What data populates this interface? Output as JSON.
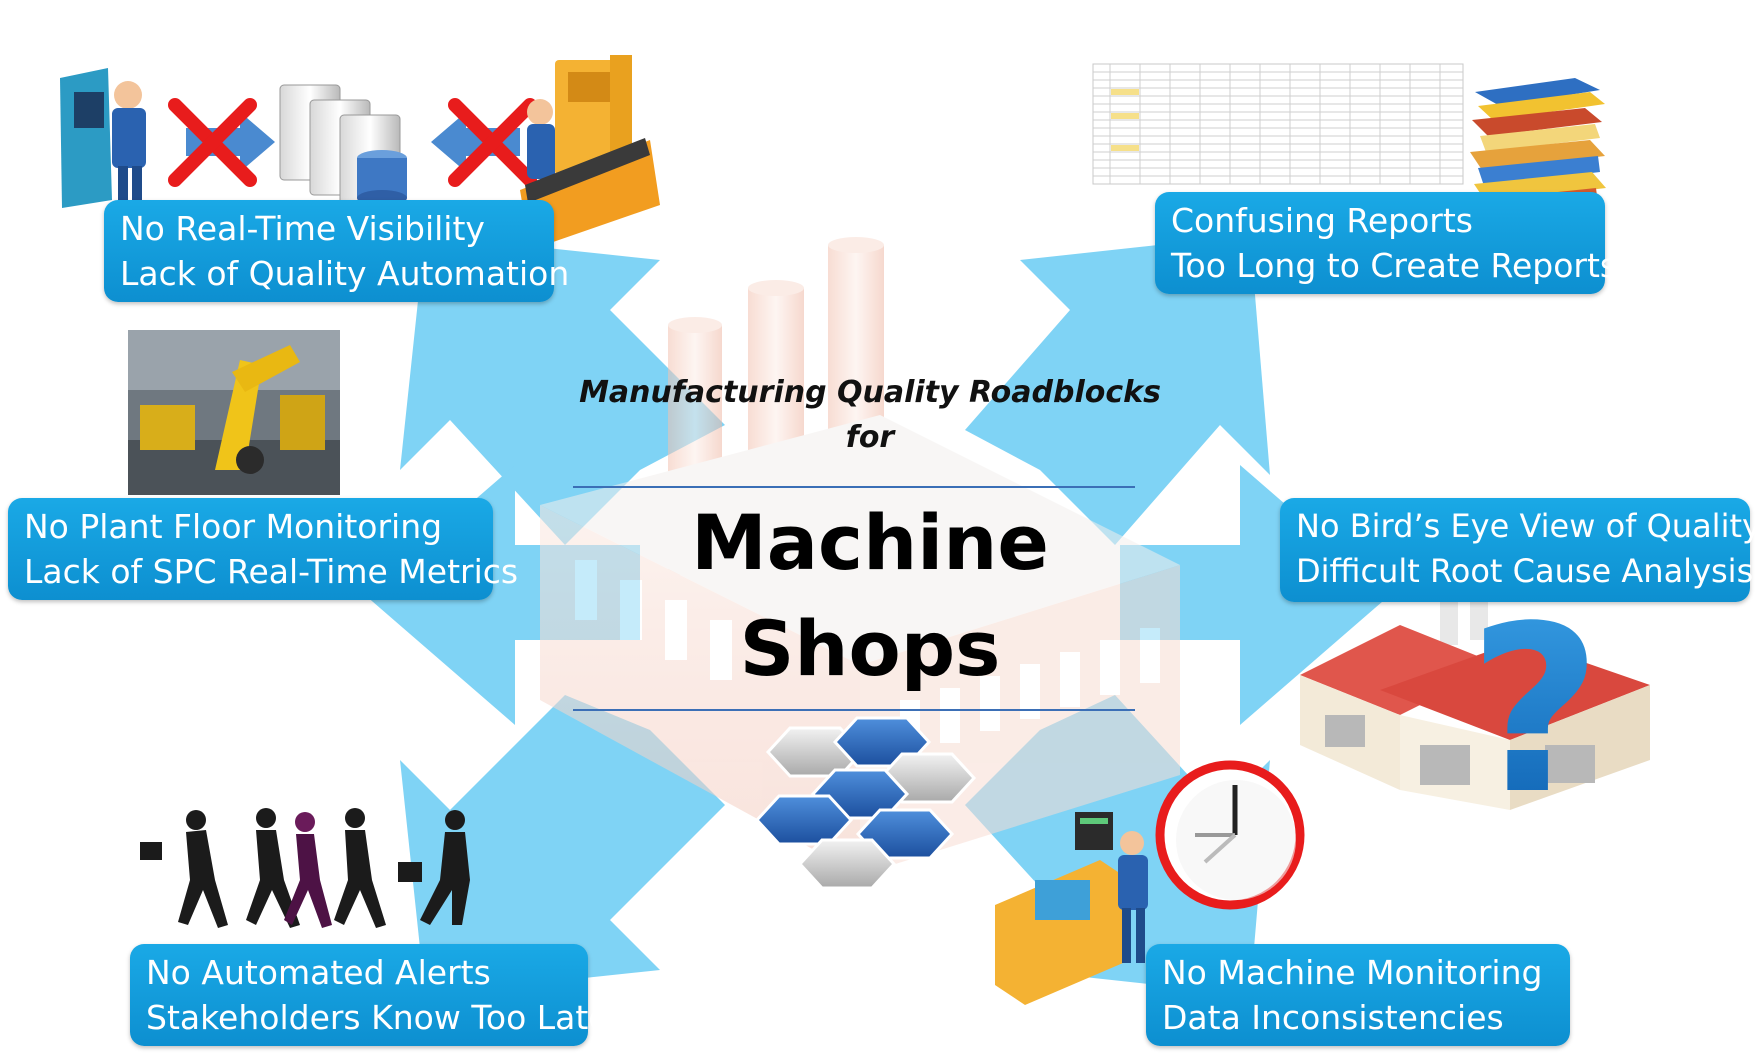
{
  "colors": {
    "arrow": "#7fd3f5",
    "callout": "#1296d8",
    "divider": "#3b6fb6",
    "factory": "#f6d2c6"
  },
  "center": {
    "subtitle_line1": "Manufacturing Quality",
    "subtitle_line2": "Roadblocks for",
    "title_line1": "Machine",
    "title_line2": "Shops"
  },
  "callouts": {
    "top_left": {
      "line1": "No Real-Time Visibility",
      "line2": "Lack of Quality Automation"
    },
    "top_right": {
      "line1": "Confusing Reports",
      "line2": "Too Long to Create Reports"
    },
    "mid_left": {
      "line1": "No Plant Floor Monitoring",
      "line2": "Lack of SPC Real-Time Metrics"
    },
    "mid_right": {
      "line1": "No Bird’s Eye View of Quality",
      "line2": "Difficult Root Cause Analysis"
    },
    "bottom_left": {
      "line1": "No Automated Alerts",
      "line2": "Stakeholders Know Too Late"
    },
    "bottom_right": {
      "line1": "No Machine Monitoring",
      "line2": "Data Inconsistencies"
    }
  },
  "icons": [
    "operator-terminal-icon",
    "blocked-connection-icon",
    "server-database-icon",
    "robot-machine-icon",
    "spreadsheet-report-icon",
    "stacked-folders-icon",
    "robotic-arm-photo-icon",
    "factory-building-icon",
    "question-mark-icon",
    "running-people-icon",
    "cnc-machine-icon",
    "clock-icon",
    "hexagon-cluster-icon"
  ]
}
